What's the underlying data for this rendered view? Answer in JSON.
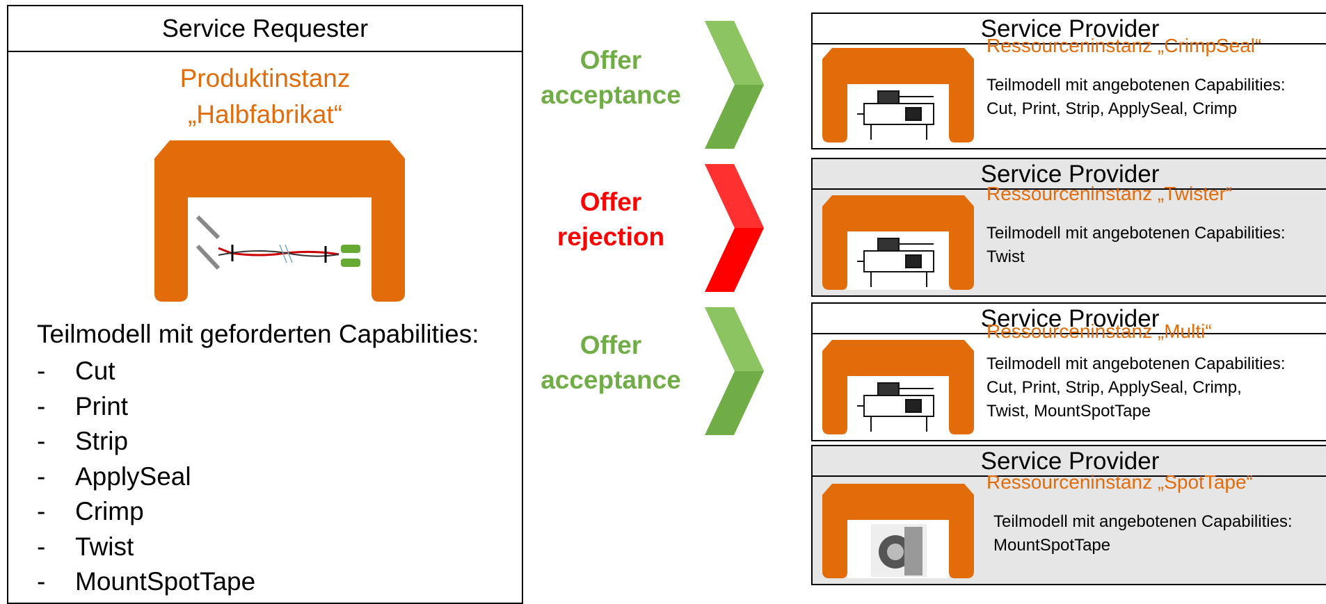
{
  "requester": {
    "header": "Service Requester",
    "product_line1": "Produktinstanz",
    "product_line2": "„Halbfabrikat“",
    "capabilities_title": "Teilmodell mit geforderten Capabilities:",
    "dash": "-",
    "capabilities": [
      "Cut",
      "Print",
      "Strip",
      "ApplySeal",
      "Crimp",
      "Twist",
      "MountSpotTape"
    ]
  },
  "arrows": [
    {
      "line1": "Offer",
      "line2": "acceptance",
      "color": "#70AD47",
      "status": "accepted"
    },
    {
      "line1": "Offer",
      "line2": "rejection",
      "color": "#FF0000",
      "status": "rejected"
    },
    {
      "line1": "Offer",
      "line2": "acceptance",
      "color": "#70AD47",
      "status": "accepted"
    }
  ],
  "providers": [
    {
      "header": "Service Provider",
      "resource": "Ressourceninstanz „CrimpSeal“",
      "caps_label": "Teilmodell mit angebotenen Capabilities:",
      "caps_lines": [
        "Cut, Print, Strip, ApplySeal, Crimp"
      ],
      "background": "#FFFFFF"
    },
    {
      "header": "Service Provider",
      "resource": "Ressourceninstanz „Twister“",
      "caps_label": "Teilmodell mit angebotenen Capabilities:",
      "caps_lines": [
        "Twist"
      ],
      "background": "#E7E6E6"
    },
    {
      "header": "Service Provider",
      "resource": "Ressourceninstanz „Multi“",
      "caps_label": "Teilmodell mit angebotenen Capabilities:",
      "caps_lines": [
        "Cut, Print, Strip, ApplySeal, Crimp,",
        "Twist, MountSpotTape"
      ],
      "background": "#FFFFFF"
    },
    {
      "header": "Service Provider",
      "resource": "Ressourceninstanz „SpotTape“",
      "caps_label": "Teilmodell mit angebotenen Capabilities:",
      "caps_lines": [
        "MountSpotTape"
      ],
      "background": "#E7E6E6"
    }
  ],
  "colors": {
    "orange": "#E36C0A",
    "accept": "#70AD47",
    "reject": "#FF0000",
    "grey": "#E7E6E6"
  }
}
